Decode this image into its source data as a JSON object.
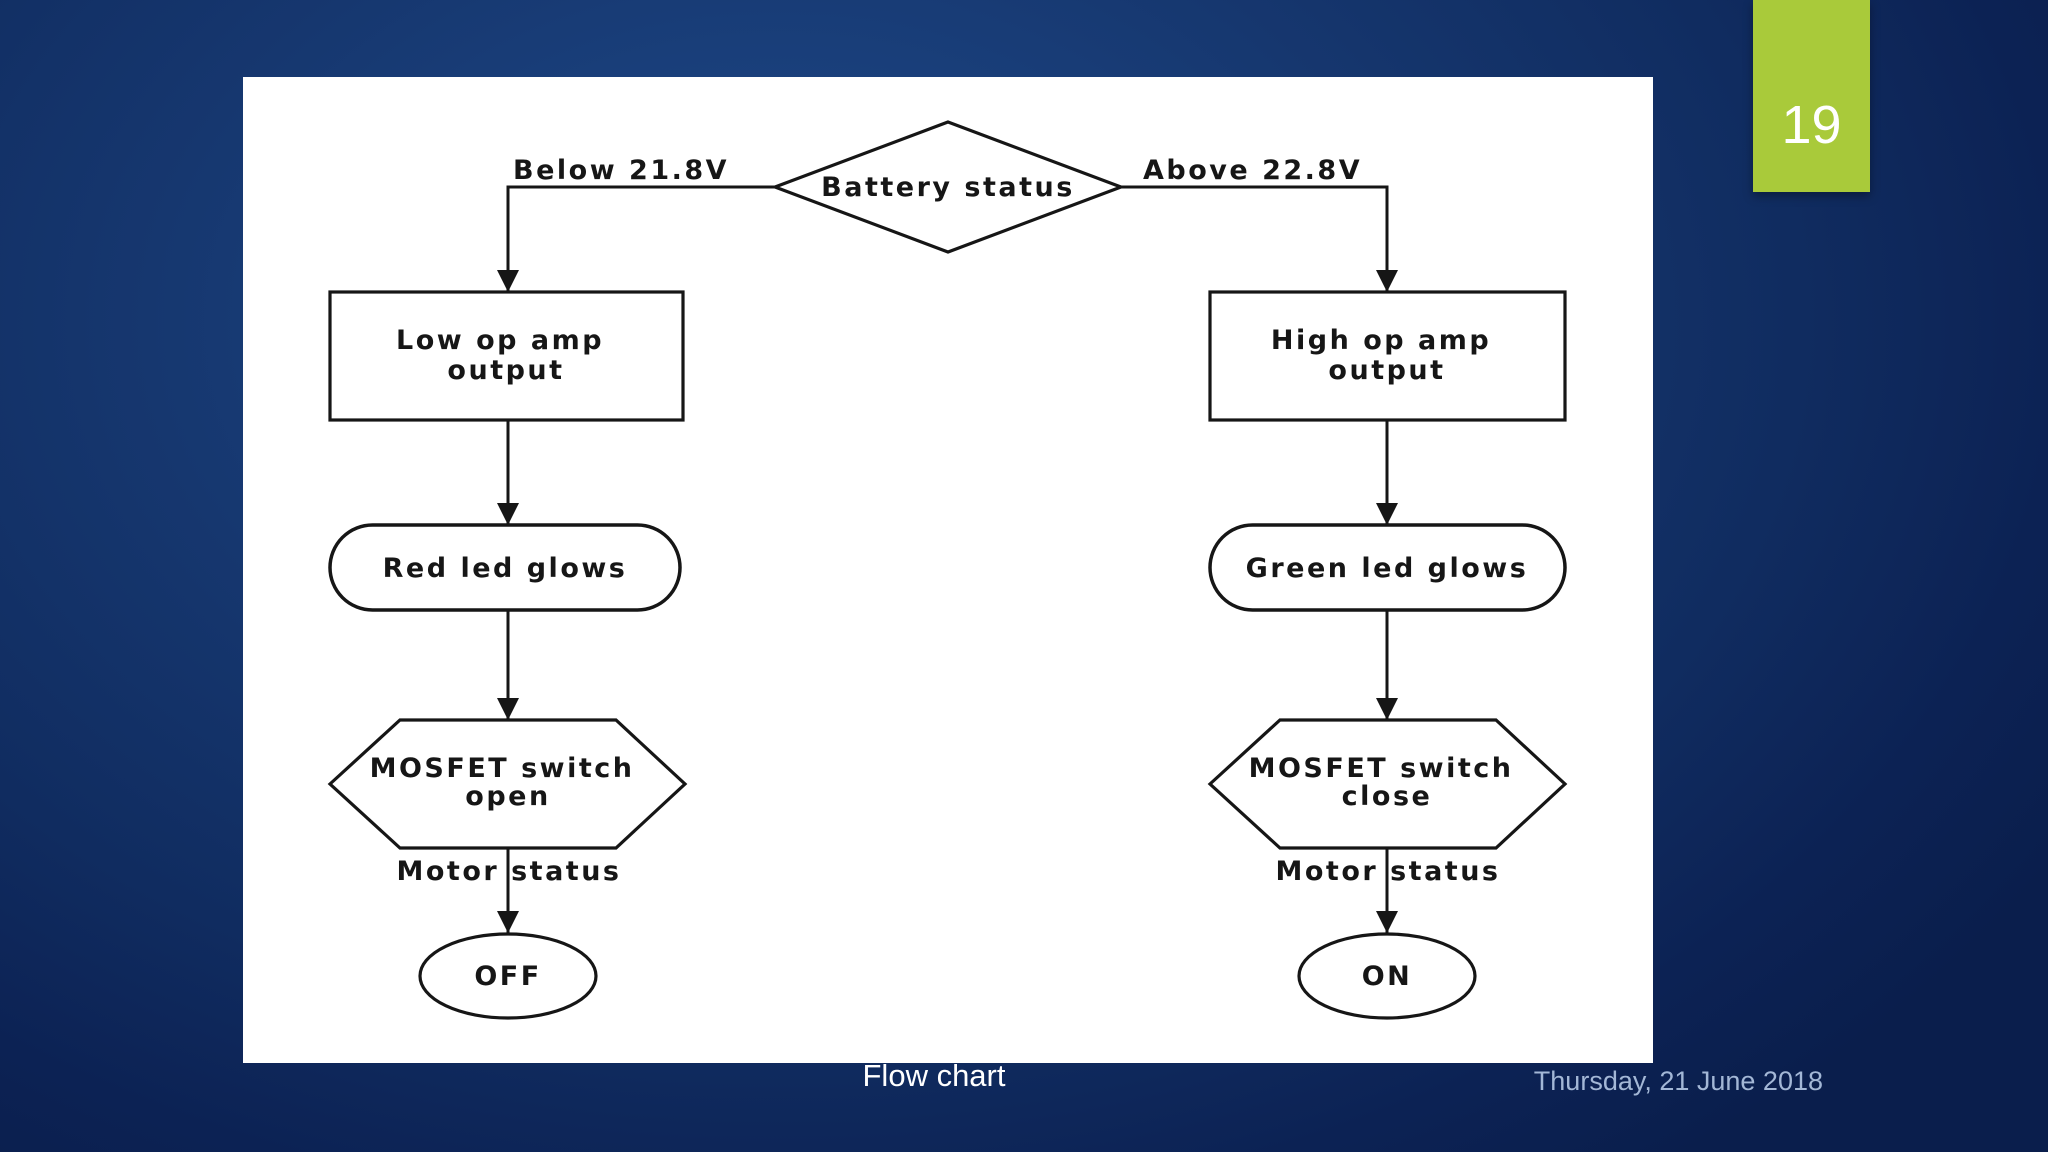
{
  "slide": {
    "page_number": "19",
    "caption": "Flow chart",
    "date": "Thursday, 21 June 2018"
  },
  "colors": {
    "badge": "#a9ca3a",
    "slide_bg_center": "#1e4a8b",
    "slide_bg_edge": "#0a1e4c",
    "panel_bg": "#ffffff",
    "line": "#161616",
    "date_text": "#a3b7d6"
  },
  "flowchart": {
    "decision_label": "Battery status",
    "left": {
      "condition": "Below 21.8V",
      "process_line1": "Low op amp",
      "process_line2": "output",
      "led": "Red led glows",
      "switch_line1": "MOSFET switch",
      "switch_line2": "open",
      "motor_label": "Motor status",
      "motor_state": "OFF"
    },
    "right": {
      "condition": "Above 22.8V",
      "process_line1": "High op amp",
      "process_line2": "output",
      "led": "Green led glows",
      "switch_line1": "MOSFET switch",
      "switch_line2": "close",
      "motor_label": "Motor status",
      "motor_state": "ON"
    }
  }
}
